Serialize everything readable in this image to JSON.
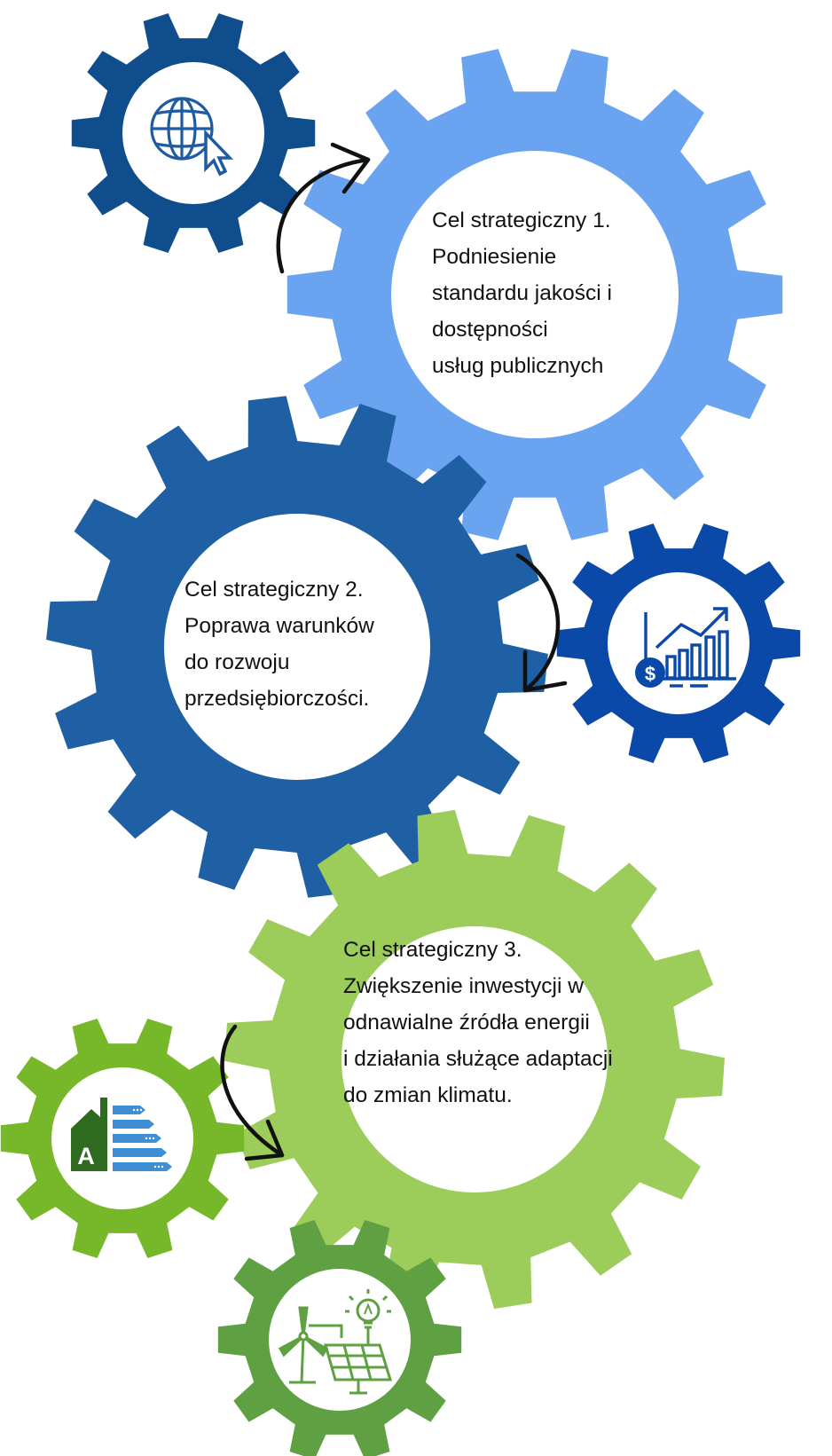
{
  "goals": [
    {
      "lines": [
        "Cel strategiczny 1.",
        "Podniesienie",
        "standardu jakości i",
        "dostępności",
        "usług publicznych"
      ],
      "gear_color": "#6aa3f0"
    },
    {
      "lines": [
        "Cel strategiczny 2.",
        "Poprawa warunków",
        "do rozwoju",
        "przedsiębiorczości."
      ],
      "gear_color": "#1f5fa3"
    },
    {
      "lines": [
        "Cel strategiczny 3.",
        "Zwiększenie inwestycji w",
        "odnawialne źródła energii",
        "i działania służące adaptacji",
        "do zmian klimatu."
      ],
      "gear_color": "#9ccc5a"
    }
  ],
  "icon_gears": [
    {
      "icon": "globe-cursor-icon",
      "color": "#0f4d8c"
    },
    {
      "icon": "dollar-growth-chart-icon",
      "color": "#0a49a8"
    },
    {
      "icon": "energy-efficiency-label-icon",
      "color": "#76b82a"
    },
    {
      "icon": "wind-solar-lightbulb-icon",
      "color": "#5fa043"
    }
  ],
  "arrow_color": "#111111",
  "icon_accent_colors": {
    "dark_blue": "#1e5ba3",
    "dark_green": "#2f6b1f",
    "light_blue": "#3f8fd4",
    "green_line": "#5fa043"
  }
}
